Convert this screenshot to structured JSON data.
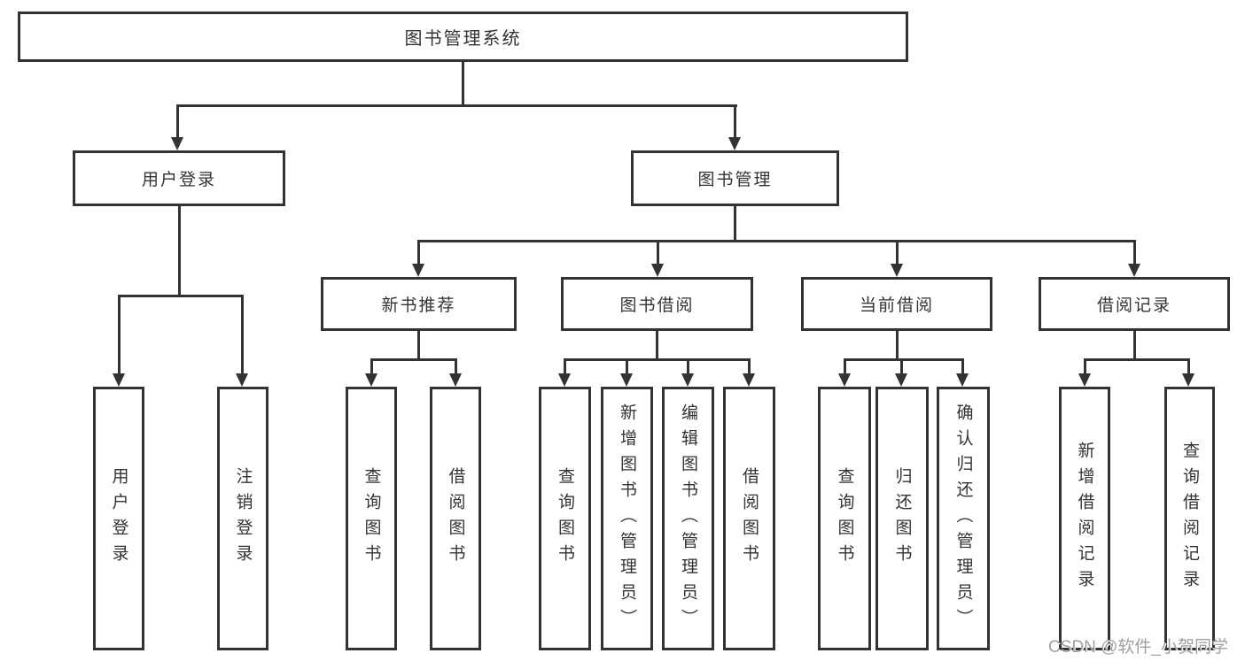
{
  "nodes": {
    "root": "图书管理系统",
    "login": {
      "label": "用户登录",
      "children": [
        "用户登录",
        "注销登录"
      ]
    },
    "mgmt": {
      "label": "图书管理"
    },
    "groups": [
      {
        "label": "新书推荐",
        "children": [
          "查询图书",
          "借阅图书"
        ]
      },
      {
        "label": "图书借阅",
        "children": [
          "查询图书",
          "新增图书（管理员）",
          "编辑图书（管理员）",
          "借阅图书"
        ]
      },
      {
        "label": "当前借阅",
        "children": [
          "查询图书",
          "归还图书",
          "确认归还（管理员）"
        ]
      },
      {
        "label": "借阅记录",
        "children": [
          "新增借阅记录",
          "查询借阅记录"
        ]
      }
    ]
  },
  "watermark": "CSDN @软件_小贺同学",
  "colors": {
    "line": "#333333",
    "text": "#333333",
    "watermark": "#a0a0a0",
    "background": "#ffffff"
  }
}
